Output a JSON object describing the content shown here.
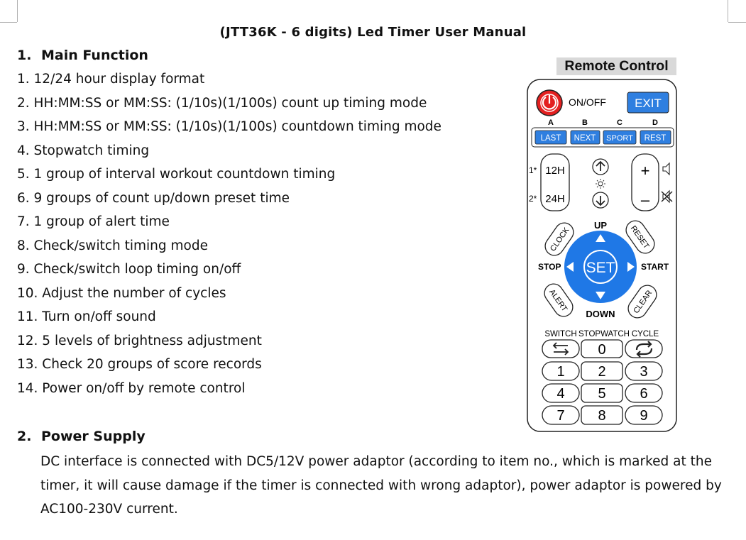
{
  "document": {
    "title": "(JTT36K - 6 digits) Led Timer User Manual",
    "sections": [
      {
        "number": "1.",
        "title": "Main Function",
        "items": [
          "1. 12/24 hour display format",
          "2. HH:MM:SS or MM:SS: (1/10s)(1/100s) count up timing mode",
          "3. HH:MM:SS or MM:SS: (1/10s)(1/100s) countdown timing mode",
          "4. Stopwatch timing",
          "5. 1 group of interval workout countdown timing",
          "6. 9 groups of count up/down preset time",
          "7. 1 group of alert time",
          "8. Check/switch timing mode",
          "9. Check/switch loop timing on/off",
          "10. Adjust the number of cycles",
          "11. Turn on/off sound",
          "12. 5 levels of brightness adjustment",
          "13. Check 20 groups of score records",
          "14. Power on/off by remote control"
        ]
      },
      {
        "number": "2.",
        "title": "Power Supply",
        "paragraph": "DC interface is connected with DC5/12V power adaptor (according to item no., which is marked at the timer, it will cause damage if the timer is connected with wrong adaptor), power adaptor is powered by AC100-230V current."
      }
    ]
  },
  "remote": {
    "title": "Remote Control",
    "onoff_label": "ON/OFF",
    "exit_label": "EXIT",
    "letters": [
      "A",
      "B",
      "C",
      "D"
    ],
    "mode_buttons": [
      "LAST",
      "NEXT",
      "SPORT",
      "REST"
    ],
    "mode_12h_prefix": "1*",
    "mode_12h": "12H",
    "mode_24h_prefix": "2*",
    "mode_24h": "24H",
    "vol_plus": "+",
    "vol_minus": "–",
    "up": "UP",
    "down": "DOWN",
    "stop": "STOP",
    "start": "START",
    "set": "SET",
    "clock": "CLOCK",
    "reset": "RESET",
    "alert": "ALERT",
    "clear": "CLEAR",
    "switch_label": "SWITCH",
    "stopwatch_label": "STOPWATCH",
    "cycle_label": "CYCLE",
    "digits": [
      "0",
      "1",
      "2",
      "3",
      "4",
      "5",
      "6",
      "7",
      "8",
      "9"
    ],
    "colors": {
      "accent_blue": "#2f7fe0",
      "power_red": "#e32020",
      "dpad_blue": "#1f78e6"
    }
  }
}
